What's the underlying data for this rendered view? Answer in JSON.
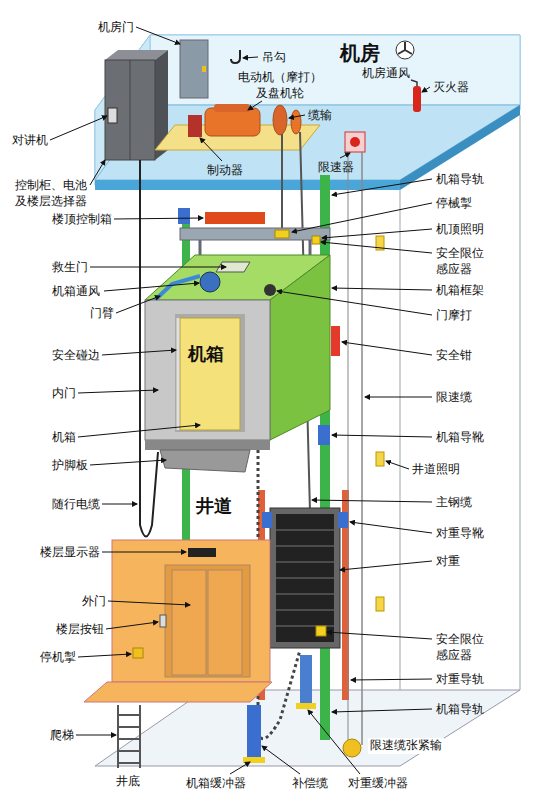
{
  "diagram": {
    "labels": [
      "机房门",
      "吊勾",
      "机房",
      "机房通风",
      "电动机（摩打） 及盘机轮",
      "对讲机",
      "控制柜、电池 及楼层选择器",
      "缆输",
      "灭火器",
      "制动器",
      "限速器",
      "机箱导轨",
      "停械掣",
      "楼顶控制箱",
      "机顶照明",
      "救生门",
      "安全限位 感应器",
      "机箱通风",
      "机箱框架",
      "门臂",
      "门摩打",
      "安全碰边",
      "机箱",
      "安全钳",
      "内门",
      "限速缆",
      "机箱",
      "机箱导靴",
      "护脚板",
      "井道照明",
      "随行电缆",
      "井道",
      "主钢缆",
      "对重导靴",
      "楼层显示器",
      "对重",
      "外门",
      "楼层按钮",
      "安全限位 感应器",
      "停机掣",
      "对重导轨",
      "机箱导轨",
      "爬梯",
      "限速缆张紧输",
      "井底",
      "机箱缓冲器",
      "补偿缆",
      "对重缓冲器"
    ]
  }
}
